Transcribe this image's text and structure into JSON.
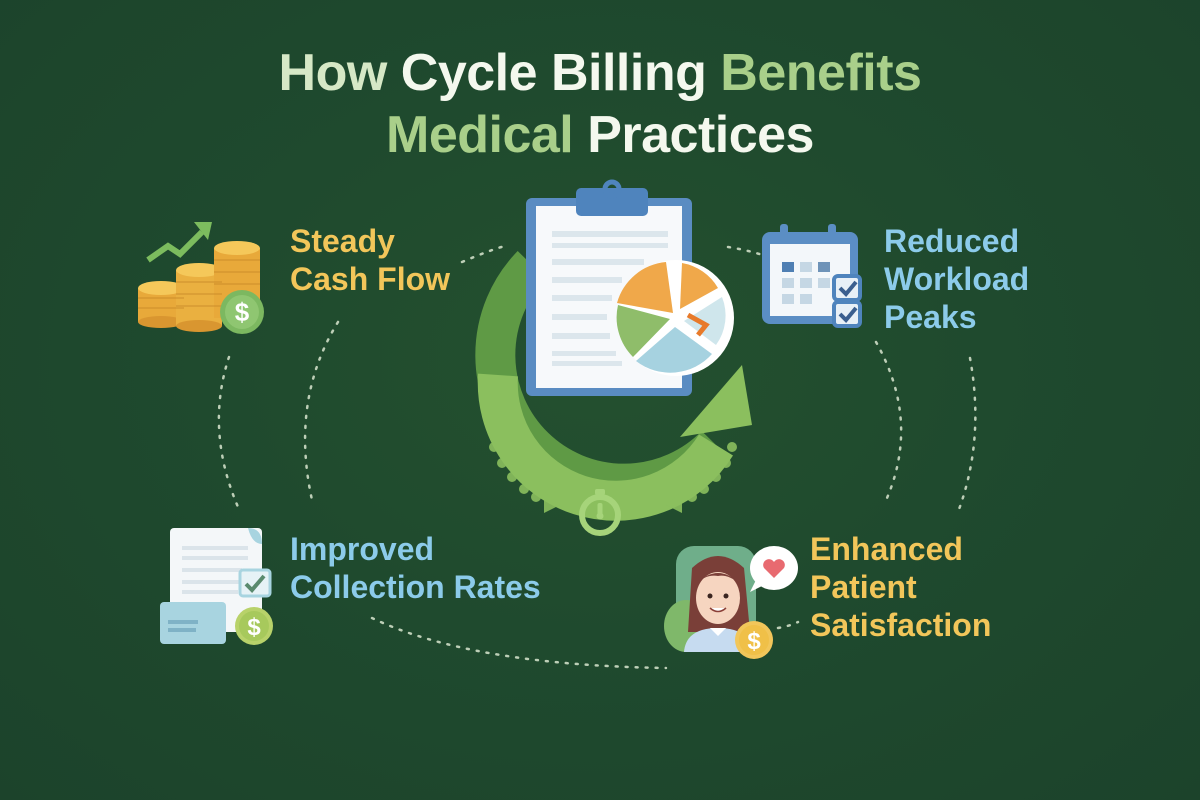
{
  "title": {
    "line1": [
      {
        "text": "How ",
        "tone": "light"
      },
      {
        "text": "Cycle Billing ",
        "tone": "white"
      },
      {
        "text": "Benefits",
        "tone": "green"
      }
    ],
    "line2": [
      {
        "text": "Medical ",
        "tone": "green"
      },
      {
        "text": "Practices",
        "tone": "white"
      }
    ],
    "line1_a": "How ",
    "line1_b": "Cycle Billing ",
    "line1_c": "Benefits",
    "line2_a": "Medical ",
    "line2_b": "Practices"
  },
  "benefits": [
    {
      "id": "cash-flow",
      "lines": [
        "Steady",
        "Cash Flow"
      ],
      "color": "#f2c65a",
      "icon": "coins-growth-icon"
    },
    {
      "id": "workload",
      "lines": [
        "Reduced",
        "Workload",
        "Peaks"
      ],
      "color": "#8ccbea",
      "icon": "calendar-check-icon"
    },
    {
      "id": "collection",
      "lines": [
        "Improved",
        "Collection Rates"
      ],
      "color": "#8ccbea",
      "icon": "invoice-check-icon"
    },
    {
      "id": "satisfaction",
      "lines": [
        "Enhanced",
        "Patient",
        "Satisfaction"
      ],
      "color": "#f2c65a",
      "icon": "happy-patient-icon"
    }
  ],
  "center": {
    "icon": "clipboard-pie-chart-icon",
    "cycle": "cycle-arrow-icon",
    "timer": "stopwatch-icon"
  },
  "colors": {
    "background": "#1f4a2e",
    "yellow": "#f2c65a",
    "blue": "#8ccbea",
    "green_accent": "#8bbf5e",
    "title_light": "#d6e8c6",
    "title_green": "#a9cf8a"
  }
}
